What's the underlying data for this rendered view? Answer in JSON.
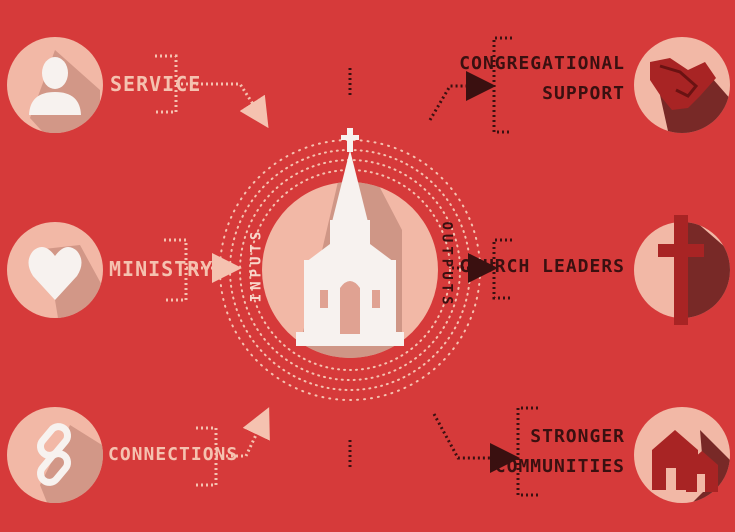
{
  "center": {
    "inputs_label": "INPUTS",
    "outputs_label": "OUTPUTS",
    "icon": "church-icon"
  },
  "inputs": [
    {
      "label": "SERVICE",
      "icon": "person-icon"
    },
    {
      "label": "MINISTRY",
      "icon": "heart-icon"
    },
    {
      "label": "CONNECTIONS",
      "icon": "chain-link-icon"
    }
  ],
  "outputs": [
    {
      "label_lines": [
        "CONGREGATIONAL",
        "SUPPORT"
      ],
      "icon": "handshake-icon"
    },
    {
      "label_lines": [
        "CHURCH LEADERS"
      ],
      "icon": "cross-icon"
    },
    {
      "label_lines": [
        "STRONGER",
        "COMMUNITIES"
      ],
      "icon": "houses-icon"
    }
  ],
  "colors": {
    "background": "#d63a3a",
    "circle_light": "#f2b8a6",
    "circle_shadow": "#c88e7e",
    "dark": "#5a1515",
    "white": "#f7f2ef"
  }
}
